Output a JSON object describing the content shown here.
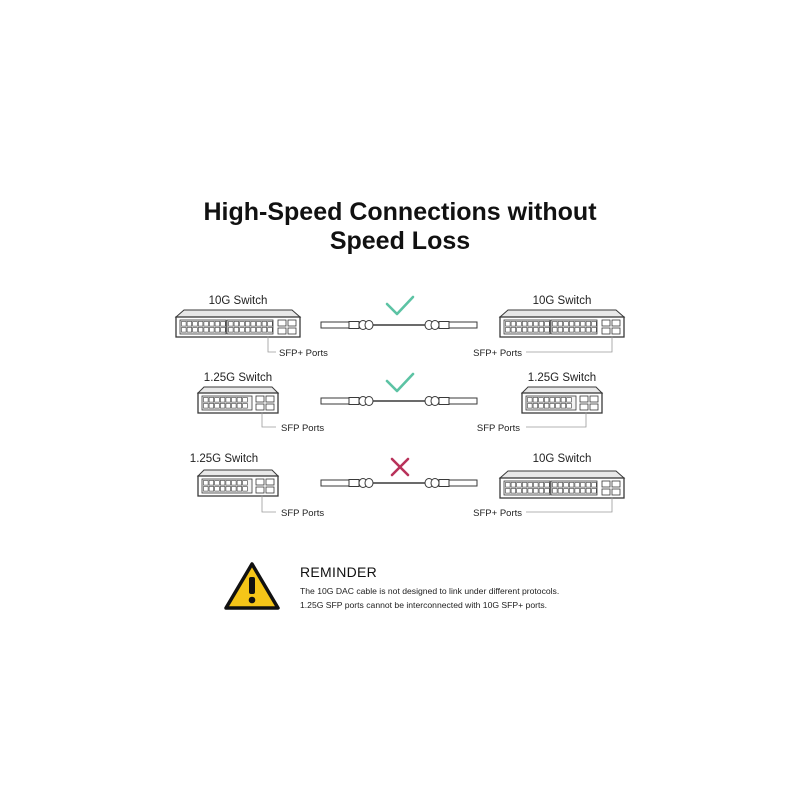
{
  "title": {
    "line1": "High-Speed Connections without",
    "line2": "Speed Loss"
  },
  "rows": [
    {
      "left_switch": "10G Switch",
      "right_switch": "10G Switch",
      "left_ports": "SFP+ Ports",
      "right_ports": "SFP+ Ports",
      "status": "check-icon"
    },
    {
      "left_switch": "1.25G Switch",
      "right_switch": "1.25G Switch",
      "left_ports": "SFP Ports",
      "right_ports": "SFP Ports",
      "status": "check-icon"
    },
    {
      "left_switch": "1.25G Switch",
      "right_switch": "10G Switch",
      "left_ports": "SFP Ports",
      "right_ports": "SFP+ Ports",
      "status": "cross-icon"
    }
  ],
  "reminder": {
    "heading": "REMINDER",
    "line1": "The 10G DAC cable is not designed to link under different protocols.",
    "line2": "1.25G SFP ports cannot be interconnected with 10G SFP+ ports.",
    "icon": "warning-icon"
  },
  "colors": {
    "check": "#5cc3a4",
    "cross": "#b8325a",
    "warning": "#f5c518",
    "line": "#9a9a9a",
    "device": "#3a3a3a"
  }
}
